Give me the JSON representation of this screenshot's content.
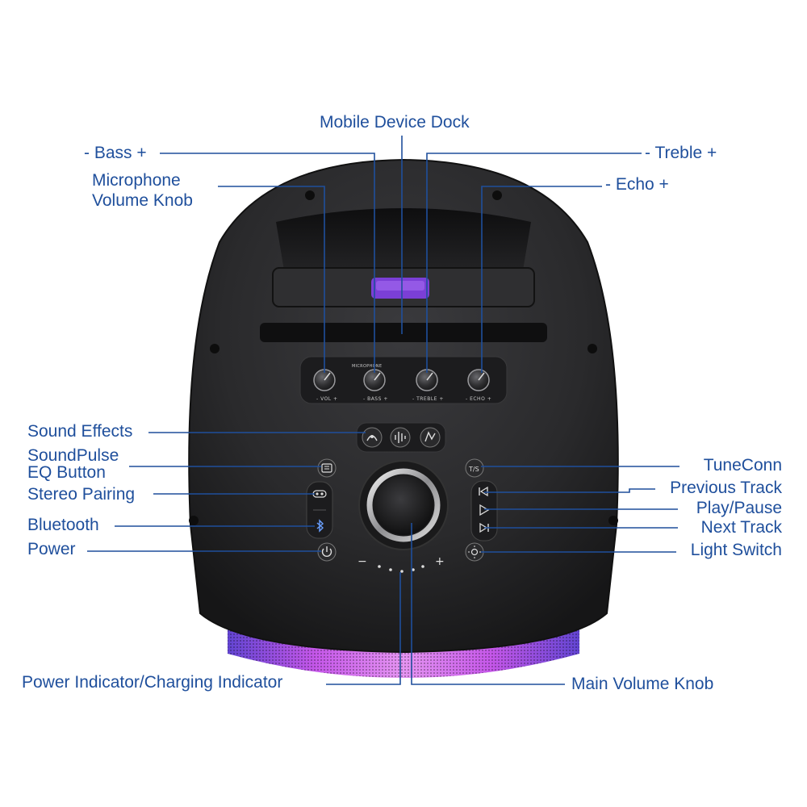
{
  "labels": {
    "mobile_device_dock": "Mobile Device Dock",
    "bass": "- Bass +",
    "treble": "- Treble +",
    "microphone_volume_knob": "Microphone\nVolume Knob",
    "echo": "- Echo +",
    "sound_effects": "Sound Effects",
    "soundpulse_eq": "SoundPulse\nEQ Button",
    "stereo_pairing": "Stereo Pairing",
    "bluetooth": "Bluetooth",
    "power": "Power",
    "tuneconn": "TuneConn",
    "previous_track": "Previous Track",
    "play_pause": "Play/Pause",
    "next_track": "Next Track",
    "light_switch": "Light Switch",
    "power_indicator": "Power Indicator/Charging Indicator",
    "main_volume_knob": "Main Volume Knob"
  },
  "panel_text": {
    "microphone": "MICROPHONE",
    "knob_vol": "- VOL +",
    "knob_bass": "- BASS +",
    "knob_treble": "- TREBLE +",
    "knob_echo": "- ECHO +",
    "minus": "−",
    "plus": "+",
    "tuneconn_btn": "T/S"
  },
  "colors": {
    "label_text": "#1f4f9c",
    "leader_line": "#1f4f9c",
    "speaker_body": "#2b2b2d",
    "panel": "#1c1c1e",
    "dock_light": "#7b3fd6",
    "led_glow": "#b84ee8"
  },
  "icons": {
    "sound_effects": [
      "sound-effects-icon",
      "waveform-icon",
      "applause-icon"
    ],
    "soundpulse_eq": "eq-icon",
    "stereo_pairing": "stereo-pair-icon",
    "bluetooth": "bluetooth-icon",
    "power": "power-icon",
    "tuneconn": "tuneconn-icon",
    "previous_track": "previous-track-icon",
    "play_pause": "play-icon",
    "next_track": "next-track-icon",
    "light_switch": "light-icon"
  }
}
